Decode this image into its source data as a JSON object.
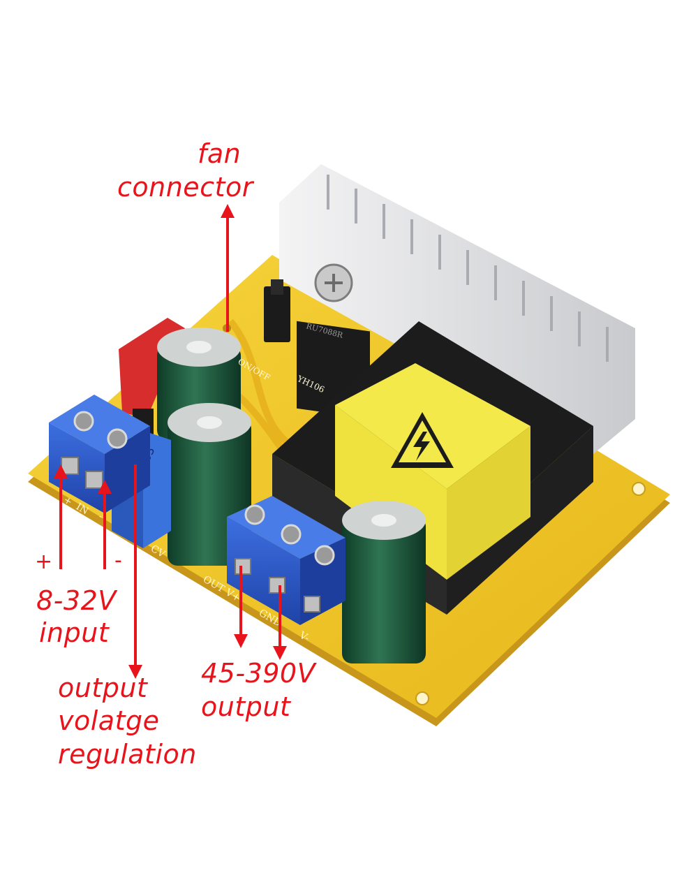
{
  "labels": {
    "fan_connector": {
      "line1": "fan",
      "line2": "connector"
    },
    "input": {
      "plus": "+",
      "minus": "-",
      "line1": "8-32V",
      "line2": "input"
    },
    "regulation": {
      "line1": "output",
      "line2": "volatge",
      "line3": "regulation"
    },
    "output": {
      "line1": "45-390V",
      "line2": "output"
    }
  },
  "board_markings": {
    "in": "IN",
    "plus": "+",
    "minus": "-",
    "out_plus": "OUT V+",
    "gnd": "GND",
    "v_minus": "V-",
    "cv": "CV",
    "pot": "W 503",
    "on_off": "ON/OFF",
    "mosfet": "RU7088R",
    "model": "YH106"
  },
  "colors": {
    "annotation": "#e8141b",
    "pcb": "#f2c623",
    "terminal": "#2b56c9",
    "capacitor": "#1e5a3e",
    "transformer": "#f3e94a",
    "heatsink": "#dcdde0"
  }
}
